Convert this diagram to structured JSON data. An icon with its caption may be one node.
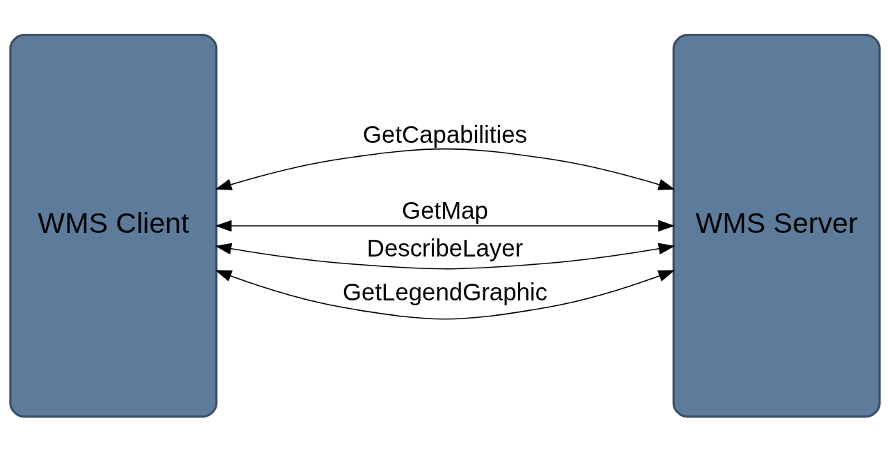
{
  "diagram": {
    "nodes": [
      {
        "text": [
          "WMS Client"
        ]
      },
      {
        "text": [
          "WMS Server"
        ]
      }
    ],
    "edges": [
      {
        "from": 0,
        "to": 1,
        "arrow": "both",
        "label": "GetCapabilities"
      },
      {
        "from": 0,
        "to": 1,
        "arrow": "both",
        "label": "GetMap"
      },
      {
        "from": 0,
        "to": 1,
        "arrow": "both",
        "label": "DescribeLayer"
      },
      {
        "from": 0,
        "to": 1,
        "arrow": "both",
        "label": "GetLegendGraphic"
      }
    ]
  }
}
